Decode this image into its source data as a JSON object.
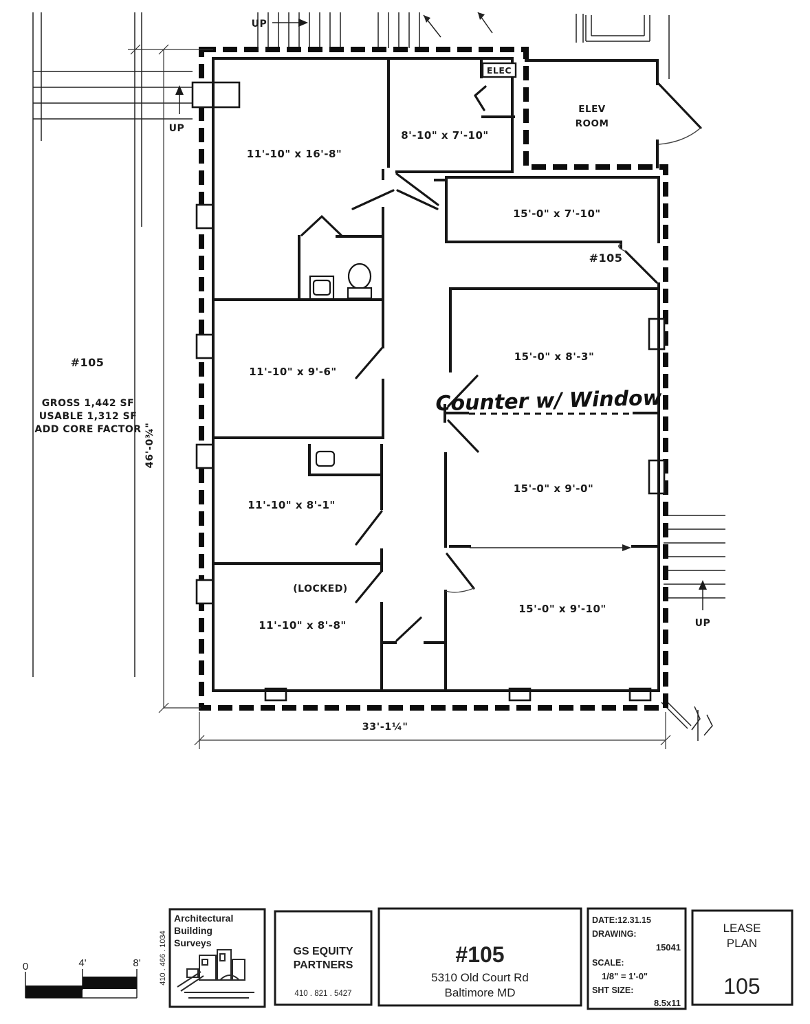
{
  "plan": {
    "unit": "#105",
    "summary": {
      "gross": "GROSS 1,442 SF",
      "usable": "USABLE 1,312 SF",
      "core": "ADD CORE FACTOR"
    },
    "dims": {
      "vertical": "46'-0¾\"",
      "horizontal": "33'-1¼\""
    },
    "rooms": {
      "r1": "11'-10\" x 16'-8\"",
      "r2": "8'-10\" x 7'-10\"",
      "r3": "15'-0\" x 7'-10\"",
      "r4": "15'-0\" x 8'-3\"",
      "r5": "15'-0\" x 9'-0\"",
      "r6": "15'-0\" x 9'-10\"",
      "r7": "11'-10\" x 9'-6\"",
      "r8": "11'-10\" x 8'-1\"",
      "r9": "11'-10\" x 8'-8\""
    },
    "notes": {
      "elec": "ELEC",
      "elev1": "ELEV",
      "elev2": "ROOM",
      "counter": "Counter w/ Window",
      "locked": "(LOCKED)",
      "up": "UP"
    }
  },
  "scalebar": {
    "n0": "0",
    "n4": "4'",
    "n8": "8'"
  },
  "titleblock": {
    "logo": {
      "l1": "Architectural",
      "l2": "Building",
      "l3": "Surveys",
      "phone": "410 . 466 . 1034"
    },
    "client": {
      "l1": "GS EQUITY",
      "l2": "PARTNERS",
      "phone": "410 . 821 . 5427"
    },
    "project": {
      "unit": "#105",
      "street": "5310 Old Court Rd",
      "city": "Baltimore MD"
    },
    "meta": {
      "date": "DATE:12.31.15",
      "drawing_label": "DRAWING:",
      "drawing_no": "15041",
      "scale_label": "SCALE:",
      "scale": "1/8\" = 1'-0\"",
      "sheet_label": "SHT SIZE:",
      "sheet_size": "8.5x11"
    },
    "sheet": {
      "l1": "LEASE",
      "l2": "PLAN",
      "no": "105"
    }
  }
}
